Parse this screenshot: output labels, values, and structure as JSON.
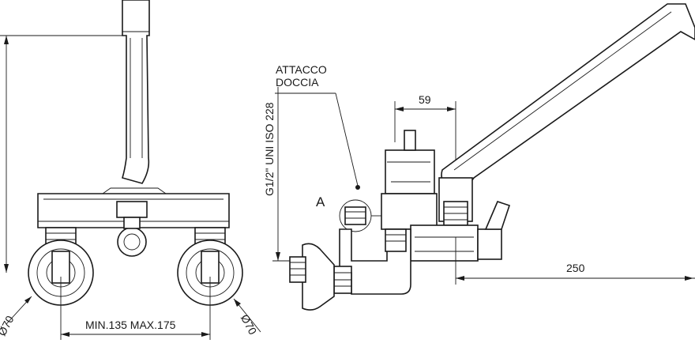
{
  "labels": {
    "shower_connection_line1": "ATTACCO",
    "shower_connection_line2": "DOCCIA",
    "detail_marker": "A",
    "thread_spec": "G1/2\" UNI ISO 228",
    "width_59": "59",
    "length_250": "250",
    "center_distance": "MIN.135 MAX.175",
    "diameter_left": "Ø70",
    "diameter_right": "Ø70"
  }
}
